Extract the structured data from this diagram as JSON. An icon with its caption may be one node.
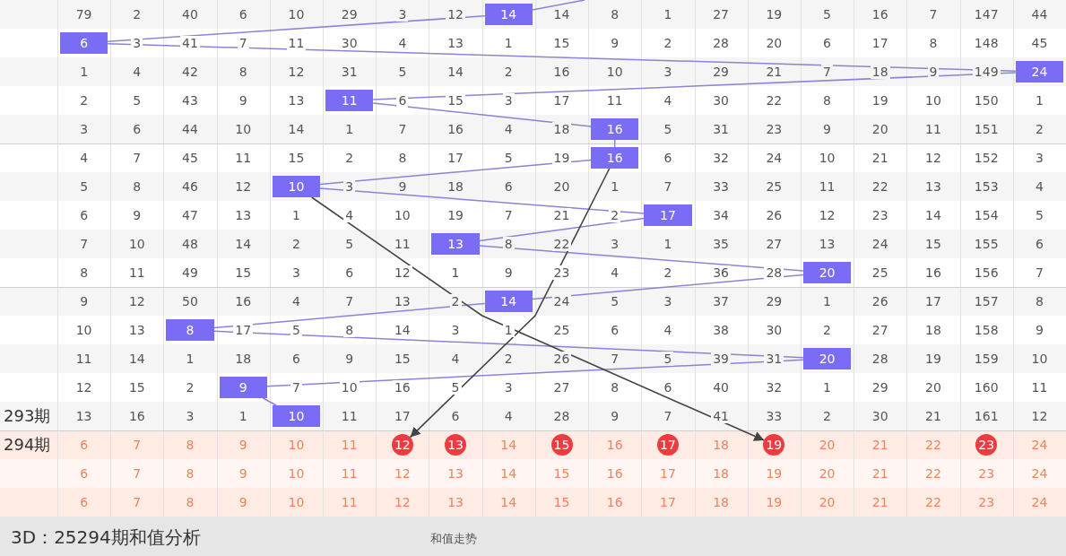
{
  "diagram": {
    "title": "3D：25294期和值分析",
    "nodes": [
      {
        "text": [
          "14"
        ]
      },
      {
        "text": [
          "6"
        ]
      },
      {
        "text": [
          "24"
        ]
      },
      {
        "text": [
          "11"
        ]
      },
      {
        "text": [
          "16"
        ]
      },
      {
        "text": [
          "16"
        ]
      },
      {
        "text": [
          "10"
        ]
      },
      {
        "text": [
          "17"
        ]
      },
      {
        "text": [
          "13"
        ]
      },
      {
        "text": [
          "20"
        ]
      },
      {
        "text": [
          "14"
        ]
      },
      {
        "text": [
          "8"
        ]
      },
      {
        "text": [
          "20"
        ]
      },
      {
        "text": [
          "9"
        ]
      },
      {
        "text": [
          "10"
        ]
      },
      {
        "text": [
          "12"
        ]
      },
      {
        "text": [
          "13"
        ]
      },
      {
        "text": [
          "15"
        ]
      },
      {
        "text": [
          "17"
        ]
      },
      {
        "text": [
          "19"
        ]
      },
      {
        "text": [
          "23"
        ]
      }
    ],
    "edges": [
      {
        "from": null,
        "to": 0,
        "arrow": "none"
      },
      {
        "from": 0,
        "to": 1,
        "arrow": "none"
      },
      {
        "from": 1,
        "to": 2,
        "arrow": "none"
      },
      {
        "from": 2,
        "to": 3,
        "arrow": "none"
      },
      {
        "from": 3,
        "to": 4,
        "arrow": "none"
      },
      {
        "from": 4,
        "to": 5,
        "arrow": "none"
      },
      {
        "from": 5,
        "to": 6,
        "arrow": "none"
      },
      {
        "from": 6,
        "to": 7,
        "arrow": "none"
      },
      {
        "from": 7,
        "to": 8,
        "arrow": "none"
      },
      {
        "from": 8,
        "to": 9,
        "arrow": "none"
      },
      {
        "from": 9,
        "to": 10,
        "arrow": "none"
      },
      {
        "from": 10,
        "to": 11,
        "arrow": "none"
      },
      {
        "from": 11,
        "to": 12,
        "arrow": "none"
      },
      {
        "from": 12,
        "to": 13,
        "arrow": "none"
      },
      {
        "from": 13,
        "to": 14,
        "arrow": "none"
      },
      {
        "from": 5,
        "to": 15,
        "arrow": "to",
        "color": "#444444"
      },
      {
        "from": 6,
        "to": 19,
        "arrow": "to",
        "color": "#444444"
      }
    ],
    "labels": [
      "79",
      "2",
      "40",
      "6",
      "10",
      "29",
      "3",
      "12",
      "14",
      "8",
      "1",
      "27",
      "19",
      "5",
      "16",
      "7",
      "147",
      "44",
      "3",
      "41",
      "7",
      "11",
      "30",
      "4",
      "13",
      "1",
      "15",
      "9",
      "2",
      "28",
      "20",
      "6",
      "17",
      "8",
      "148",
      "45",
      "1",
      "4",
      "42",
      "8",
      "12",
      "31",
      "5",
      "14",
      "2",
      "16",
      "10",
      "3",
      "29",
      "21",
      "7",
      "18",
      "9",
      "149",
      "2",
      "5",
      "43",
      "9",
      "13",
      "6",
      "15",
      "3",
      "17",
      "11",
      "4",
      "30",
      "22",
      "8",
      "19",
      "10",
      "150",
      "1",
      "3",
      "6",
      "44",
      "10",
      "14",
      "1",
      "7",
      "16",
      "4",
      "18",
      "5",
      "31",
      "23",
      "9",
      "20",
      "11",
      "151",
      "2",
      "4",
      "7",
      "45",
      "11",
      "15",
      "2",
      "8",
      "17",
      "5",
      "19",
      "6",
      "32",
      "24",
      "10",
      "21",
      "12",
      "152",
      "3",
      "5",
      "8",
      "46",
      "12",
      "3",
      "9",
      "18",
      "6",
      "20",
      "1",
      "7",
      "33",
      "25",
      "11",
      "22",
      "13",
      "153",
      "4",
      "6",
      "9",
      "47",
      "13",
      "1",
      "4",
      "10",
      "19",
      "7",
      "21",
      "2",
      "34",
      "26",
      "12",
      "23",
      "14",
      "154",
      "5",
      "7",
      "10",
      "48",
      "14",
      "2",
      "5",
      "11",
      "8",
      "22",
      "3",
      "1",
      "35",
      "27",
      "13",
      "24",
      "15",
      "155",
      "6",
      "8",
      "11",
      "49",
      "15",
      "3",
      "6",
      "12",
      "1",
      "9",
      "23",
      "4",
      "2",
      "36",
      "28",
      "25",
      "16",
      "156",
      "7",
      "9",
      "12",
      "50",
      "16",
      "4",
      "7",
      "13",
      "2",
      "24",
      "5",
      "3",
      "37",
      "29",
      "1",
      "26",
      "17",
      "157",
      "8",
      "10",
      "13",
      "17",
      "5",
      "8",
      "14",
      "3",
      "1",
      "25",
      "6",
      "4",
      "38",
      "30",
      "2",
      "27",
      "18",
      "158",
      "9",
      "11",
      "14",
      "1",
      "18",
      "6",
      "9",
      "15",
      "4",
      "2",
      "26",
      "7",
      "5",
      "39",
      "31",
      "28",
      "19",
      "159",
      "10",
      "12",
      "15",
      "2",
      "7",
      "10",
      "16",
      "5",
      "3",
      "27",
      "8",
      "6",
      "40",
      "32",
      "1",
      "29",
      "20",
      "160",
      "11",
      "13",
      "16",
      "3",
      "1",
      "11",
      "17",
      "6",
      "4",
      "28",
      "9",
      "7",
      "41",
      "33",
      "2",
      "30",
      "21",
      "161",
      "12",
      "6",
      "7",
      "8",
      "9",
      "10",
      "11",
      "14",
      "16",
      "18",
      "20",
      "21",
      "22",
      "24",
      "6",
      "7",
      "8",
      "9",
      "10",
      "11",
      "12",
      "13",
      "14",
      "15",
      "16",
      "17",
      "18",
      "19",
      "20",
      "21",
      "22",
      "23",
      "24",
      "6",
      "7",
      "8",
      "9",
      "10",
      "11",
      "12",
      "13",
      "14",
      "15",
      "16",
      "17",
      "18",
      "19",
      "20",
      "21",
      "22",
      "23",
      "24",
      "293期",
      "294期",
      "和值走势"
    ]
  }
}
